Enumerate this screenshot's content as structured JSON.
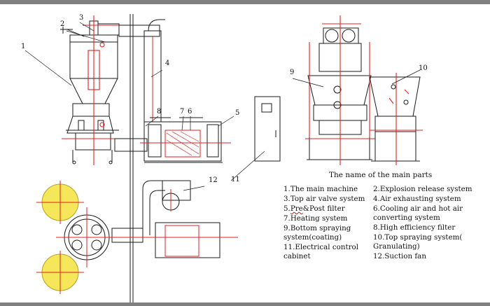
{
  "title": "The name of the main parts",
  "parts": [
    {
      "num": "1",
      "label": "1.The main machine"
    },
    {
      "num": "2",
      "label": "2.Explosion release system"
    },
    {
      "num": "3",
      "label": "3.Top air valve system"
    },
    {
      "num": "4",
      "label": "4.Air exhausting system"
    },
    {
      "num": "5",
      "label_prefix": "5.",
      "label_mark": "Pre",
      "label_suffix": "&Post filter"
    },
    {
      "num": "6",
      "label": "6.Cooling air and hot air converting system"
    },
    {
      "num": "7",
      "label": "7.Heating system"
    },
    {
      "num": "8",
      "label": "8.High efficiency filter"
    },
    {
      "num": "9",
      "label": "9.Bottom spraying system(coating)"
    },
    {
      "num": "10",
      "label": "10.Top spraying system( Granulating)"
    },
    {
      "num": "11",
      "label": "11.Electrical control cabinet"
    },
    {
      "num": "12",
      "label": "12.Suction fan"
    }
  ],
  "colors": {
    "line": "#1a1a1a",
    "accent": "#e02020",
    "frame": "#808080",
    "highlight": "#f6e65a"
  }
}
